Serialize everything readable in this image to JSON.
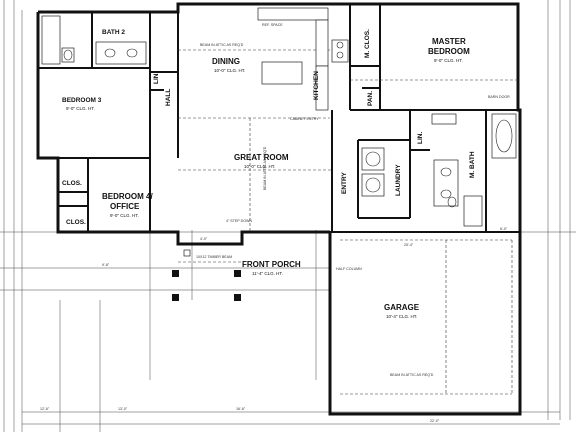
{
  "rooms": {
    "bath2": {
      "name": "BATH 2"
    },
    "bedroom3": {
      "name": "BEDROOM 3",
      "clg": "9'-0\" CLG. HT."
    },
    "lin1": {
      "name": "LIN."
    },
    "hall": {
      "name": "HALL"
    },
    "dining": {
      "name": "DINING",
      "clg": "10'-0\" CLG. HT."
    },
    "kitchen": {
      "name": "KITCHEN"
    },
    "mclos": {
      "name": "M. CLOS."
    },
    "pan": {
      "name": "PAN."
    },
    "master": {
      "name1": "MASTER",
      "name2": "BEDROOM",
      "clg": "9'-0\" CLG. HT."
    },
    "great": {
      "name": "GREAT ROOM",
      "clg": "10'-0\" CLG. HT."
    },
    "entry": {
      "name": "ENTRY"
    },
    "laundry": {
      "name": "LAUNDRY"
    },
    "lin2": {
      "name": "LIN."
    },
    "mbath": {
      "name": "M. BATH"
    },
    "clos1": {
      "name": "CLOS."
    },
    "clos2": {
      "name": "CLOS."
    },
    "bedroom4": {
      "name1": "BEDROOM 4/",
      "name2": "OFFICE",
      "clg": "9'-0\" CLG. HT."
    },
    "porch": {
      "name": "FRONT PORCH",
      "clg": "11'-4\" CLG. HT."
    },
    "garage": {
      "name": "GARAGE",
      "clg": "10'-4\" CLG. HT."
    }
  },
  "notes": {
    "beam_dining": "BEAM IN ATTIC AS REQ'D",
    "beam_great": "BEAM IN ATTIC AS REQ'D",
    "beam_garage": "BEAM IN ATTIC AS REQ'D",
    "cabinet_entry": "CABINET ENTRY",
    "barn_door": "BARN DOOR",
    "timber_beam": "10X12 TIMBER BEAM",
    "step_down": "4\" STEP DOWN",
    "half_column": "HALF COLUMN",
    "fridge": "REF. SPACE"
  },
  "dims": {
    "d1": "9'-8\"",
    "d2": "12'-6\"",
    "d3": "13'-0\"",
    "d4": "16'-6\"",
    "d5": "4'-0\"",
    "d6": "22'-0\"",
    "d7": "25'-4\"",
    "d8": "6'-0\""
  }
}
